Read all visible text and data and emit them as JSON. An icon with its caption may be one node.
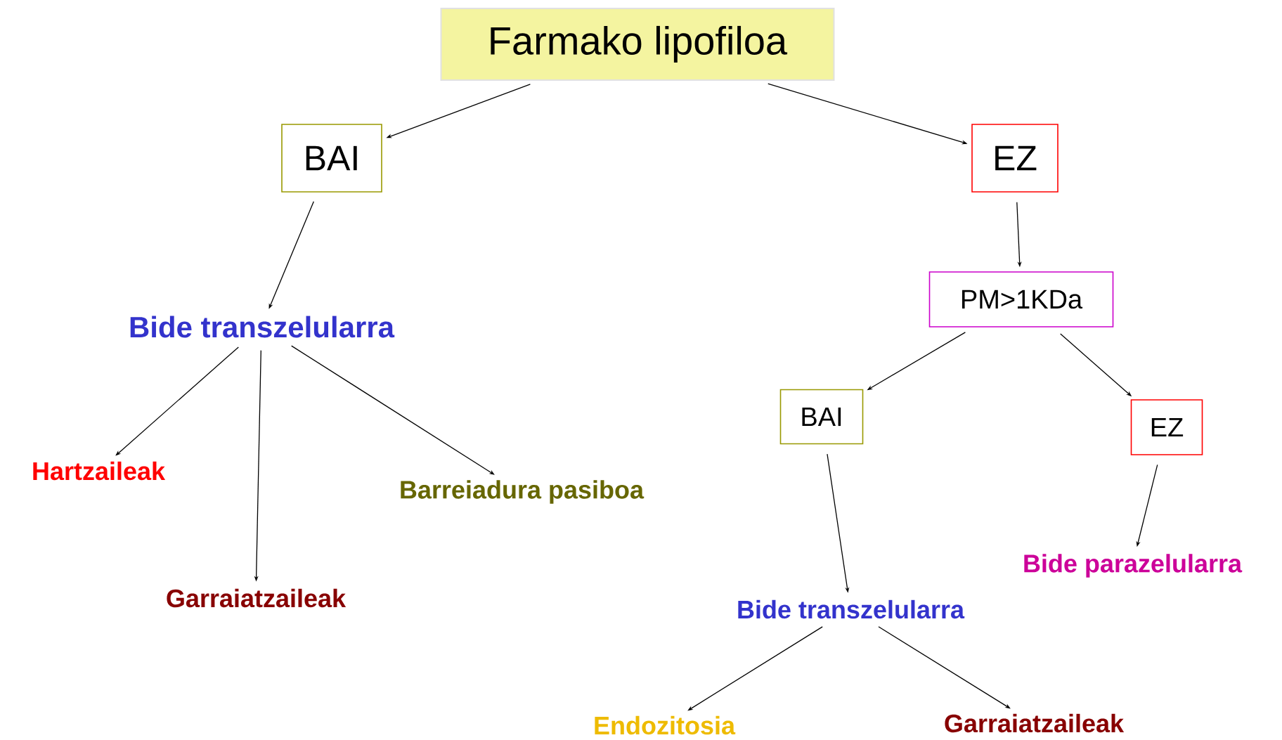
{
  "diagram": {
    "nodes": [
      {
        "text": [
          "Farmako lipofiloa"
        ]
      },
      {
        "text": [
          "BAI"
        ]
      },
      {
        "text": [
          "EZ"
        ]
      },
      {
        "text": [
          "Bide transzelularra"
        ]
      },
      {
        "text": [
          "PM>1KDa"
        ]
      },
      {
        "text": [
          "Hartzaileak"
        ]
      },
      {
        "text": [
          "Barreiadura pasiboa"
        ]
      },
      {
        "text": [
          "Garraiatzaileak"
        ]
      },
      {
        "text": [
          "BAI"
        ]
      },
      {
        "text": [
          "EZ"
        ]
      },
      {
        "text": [
          "Bide parazelularra"
        ]
      },
      {
        "text": [
          "Bide transzelularra"
        ]
      },
      {
        "text": [
          "Endozitosia"
        ]
      },
      {
        "text": [
          "Garraiatzaileak"
        ]
      }
    ],
    "edges": [
      {
        "from": 0,
        "to": 1,
        "arrow": "to"
      },
      {
        "from": 0,
        "to": 2,
        "arrow": "to"
      },
      {
        "from": 1,
        "to": 3,
        "arrow": "to"
      },
      {
        "from": 2,
        "to": 4,
        "arrow": "to"
      },
      {
        "from": 3,
        "to": 5,
        "arrow": "to"
      },
      {
        "from": 3,
        "to": 7,
        "arrow": "to"
      },
      {
        "from": 3,
        "to": 6,
        "arrow": "to"
      },
      {
        "from": 4,
        "to": 8,
        "arrow": "to"
      },
      {
        "from": 4,
        "to": 9,
        "arrow": "to"
      },
      {
        "from": 8,
        "to": 11,
        "arrow": "to"
      },
      {
        "from": 9,
        "to": 10,
        "arrow": "to"
      },
      {
        "from": 11,
        "to": 12,
        "arrow": "to"
      },
      {
        "from": 11,
        "to": 13,
        "arrow": "to"
      }
    ]
  }
}
